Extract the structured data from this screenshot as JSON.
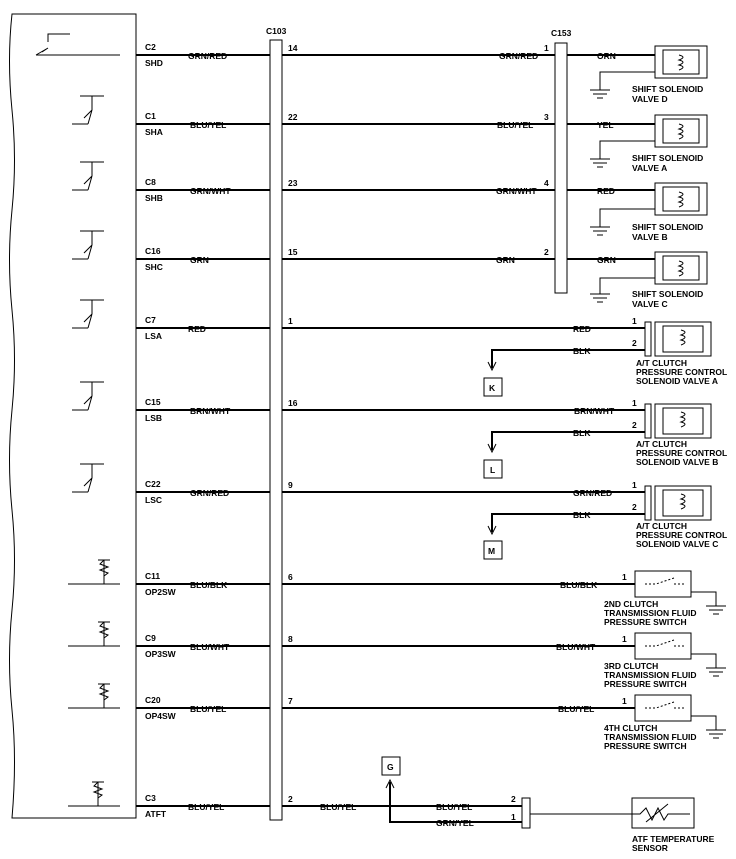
{
  "connectors": {
    "c103": "C103",
    "c153": "C153"
  },
  "circuits": [
    {
      "pin": "C2",
      "signal": "SHD",
      "wire_ecm": "GRN/RED",
      "c103_pin": "14",
      "wire_mid": "GRN/RED",
      "c153_pin": "1",
      "wire_out": "ORN",
      "device_line1": "SHIFT SOLENOID",
      "device_line2": "VALVE D"
    },
    {
      "pin": "C1",
      "signal": "SHA",
      "wire_ecm": "BLU/YEL",
      "c103_pin": "22",
      "wire_mid": "BLU/YEL",
      "c153_pin": "3",
      "wire_out": "YEL",
      "device_line1": "SHIFT SOLENOID",
      "device_line2": "VALVE A"
    },
    {
      "pin": "C8",
      "signal": "SHB",
      "wire_ecm": "GRN/WHT",
      "c103_pin": "23",
      "wire_mid": "GRN/WHT",
      "c153_pin": "4",
      "wire_out": "RED",
      "device_line1": "SHIFT SOLENOID",
      "device_line2": "VALVE B"
    },
    {
      "pin": "C16",
      "signal": "SHC",
      "wire_ecm": "GRN",
      "c103_pin": "15",
      "wire_mid": "GRN",
      "c153_pin": "2",
      "wire_out": "GRN",
      "device_line1": "SHIFT SOLENOID",
      "device_line2": "VALVE C"
    },
    {
      "pin": "C7",
      "signal": "LSA",
      "wire_ecm": "RED",
      "c103_pin": "1",
      "wire_mid": "RED",
      "dev_pin1": "1",
      "dev_pin2": "2",
      "ground_wire": "BLK",
      "ground_ref": "K",
      "device_line1": "A/T CLUTCH",
      "device_line2": "PRESSURE CONTROL",
      "device_line3": "SOLENOID VALVE A"
    },
    {
      "pin": "C15",
      "signal": "LSB",
      "wire_ecm": "BRN/WHT",
      "c103_pin": "16",
      "wire_mid": "BRN/WHT",
      "dev_pin1": "1",
      "dev_pin2": "2",
      "ground_wire": "BLK",
      "ground_ref": "L",
      "device_line1": "A/T CLUTCH",
      "device_line2": "PRESSURE CONTROL",
      "device_line3": "SOLENOID VALVE B"
    },
    {
      "pin": "C22",
      "signal": "LSC",
      "wire_ecm": "GRN/RED",
      "c103_pin": "9",
      "wire_mid": "GRN/RED",
      "dev_pin1": "1",
      "dev_pin2": "2",
      "ground_wire": "BLK",
      "ground_ref": "M",
      "device_line1": "A/T CLUTCH",
      "device_line2": "PRESSURE CONTROL",
      "device_line3": "SOLENOID VALVE C"
    },
    {
      "pin": "C11",
      "signal": "OP2SW",
      "wire_ecm": "BLU/BLK",
      "c103_pin": "6",
      "wire_mid": "BLU/BLK",
      "dev_pin": "1",
      "device_line1": "2ND CLUTCH",
      "device_line2": "TRANSMISSION FLUID",
      "device_line3": "PRESSURE SWITCH"
    },
    {
      "pin": "C9",
      "signal": "OP3SW",
      "wire_ecm": "BLU/WHT",
      "c103_pin": "8",
      "wire_mid": "BLU/WHT",
      "dev_pin": "1",
      "device_line1": "3RD CLUTCH",
      "device_line2": "TRANSMISSION FLUID",
      "device_line3": "PRESSURE SWITCH"
    },
    {
      "pin": "C20",
      "signal": "OP4SW",
      "wire_ecm": "BLU/YEL",
      "c103_pin": "7",
      "wire_mid": "BLU/YEL",
      "dev_pin": "1",
      "device_line1": "4TH CLUTCH",
      "device_line2": "TRANSMISSION FLUID",
      "device_line3": "PRESSURE SWITCH"
    }
  ],
  "atf": {
    "pin": "C3",
    "signal": "ATFT",
    "wire_ecm": "BLU/YEL",
    "c103_pin": "2",
    "wire_mid": "BLU/YEL",
    "wire_in1": "BLU/YEL",
    "wire_in2": "GRN/YEL",
    "dev_pin2": "2",
    "dev_pin1": "1",
    "ref": "G",
    "device_line1": "ATF TEMPERATURE",
    "device_line2": "SENSOR"
  }
}
